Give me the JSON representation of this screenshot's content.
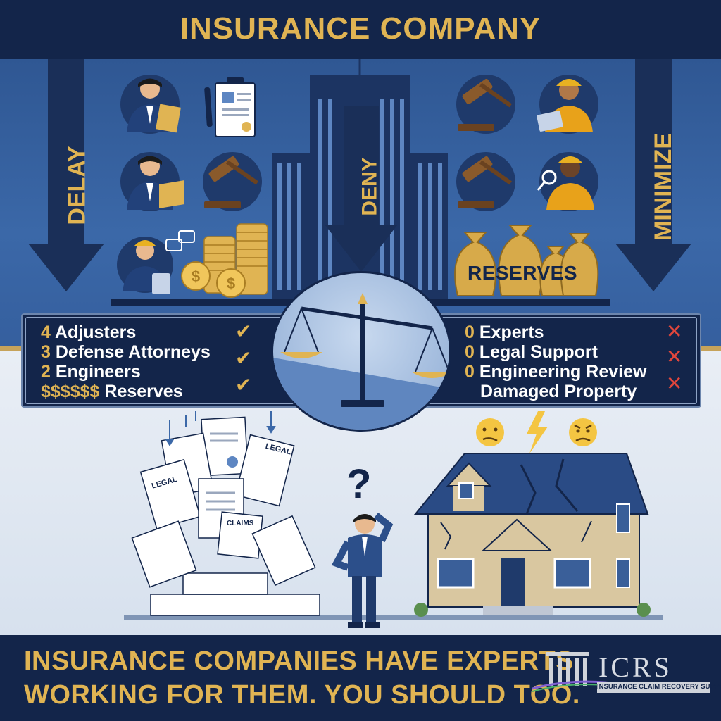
{
  "header": {
    "title": "INSURANCE COMPANY"
  },
  "arrows": {
    "left": "DELAY",
    "center": "DENY",
    "right": "MINIMIZE"
  },
  "reserves_label": "RESERVES",
  "insurer_resources": [
    {
      "count": "4",
      "label": "Adjusters"
    },
    {
      "count": "3",
      "label": "Defense Attorneys"
    },
    {
      "count": "2",
      "label": "Engineers"
    },
    {
      "count": "$$$$$$",
      "label": "Reserves"
    }
  ],
  "homeowner_resources": [
    {
      "count": "0",
      "label": "Experts"
    },
    {
      "count": "0",
      "label": "Legal Support"
    },
    {
      "count": "0",
      "label": "Engineering Review"
    },
    {
      "count": "",
      "label": "Damaged Property"
    }
  ],
  "documents": {
    "legal_1": "LEGAL",
    "legal_2": "LEGAL",
    "claims": "CLAIMS"
  },
  "question": "?",
  "footer": {
    "line1": "INSURANCE COMPANIES HAVE EXPERTS",
    "line2": "WORKING FOR THEM. YOU SHOULD TOO."
  },
  "logo": {
    "name": "ICRS",
    "subtitle": "INSURANCE CLAIM RECOVERY SUPPORT"
  },
  "colors": {
    "navy": "#13254a",
    "gold": "#e0b453",
    "blue": "#3b68a8",
    "red": "#e0463c"
  }
}
